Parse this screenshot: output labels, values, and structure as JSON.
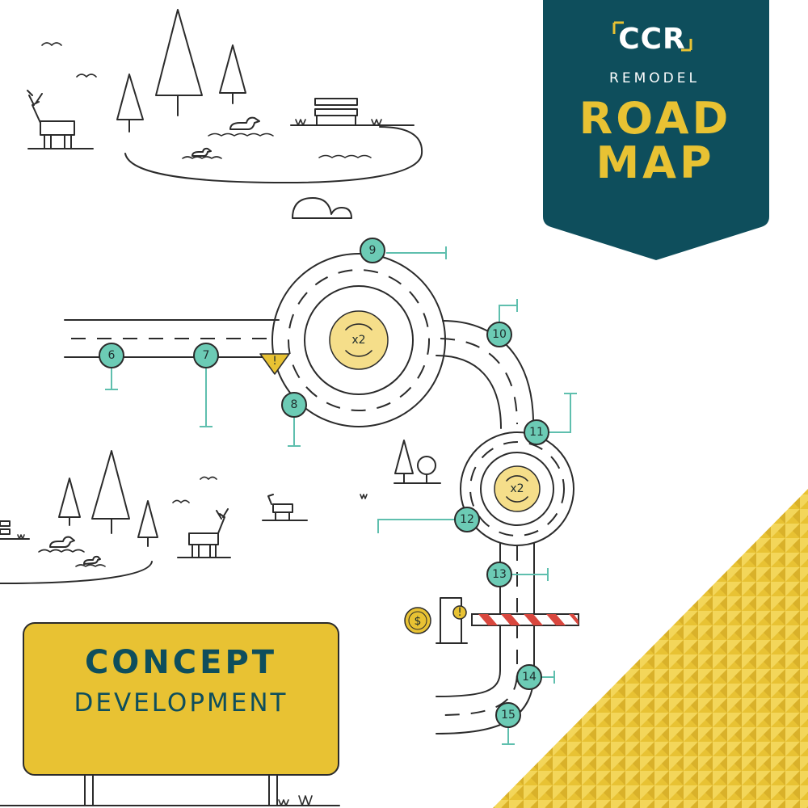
{
  "brand": {
    "logo_text": "CCR",
    "subtitle": "REMODEL",
    "title_line1": "ROAD",
    "title_line2": "MAP"
  },
  "sign": {
    "line1": "CONCEPT",
    "line2": "DEVELOPMENT"
  },
  "roundabout_badges": [
    {
      "label": "x2"
    },
    {
      "label": "x2"
    }
  ],
  "milestones": [
    {
      "number": "6"
    },
    {
      "number": "7"
    },
    {
      "number": "8"
    },
    {
      "number": "9"
    },
    {
      "number": "10"
    },
    {
      "number": "11"
    },
    {
      "number": "12"
    },
    {
      "number": "13"
    },
    {
      "number": "14"
    },
    {
      "number": "15"
    }
  ],
  "icons": {
    "warning_symbol": "!",
    "coin_symbol": "$",
    "barrier_warning_symbol": "!"
  },
  "colors": {
    "banner_teal": "#0e4e5c",
    "accent_yellow": "#e8c233",
    "milestone_teal": "#6ccbb5",
    "barrier_red": "#d9473e"
  }
}
